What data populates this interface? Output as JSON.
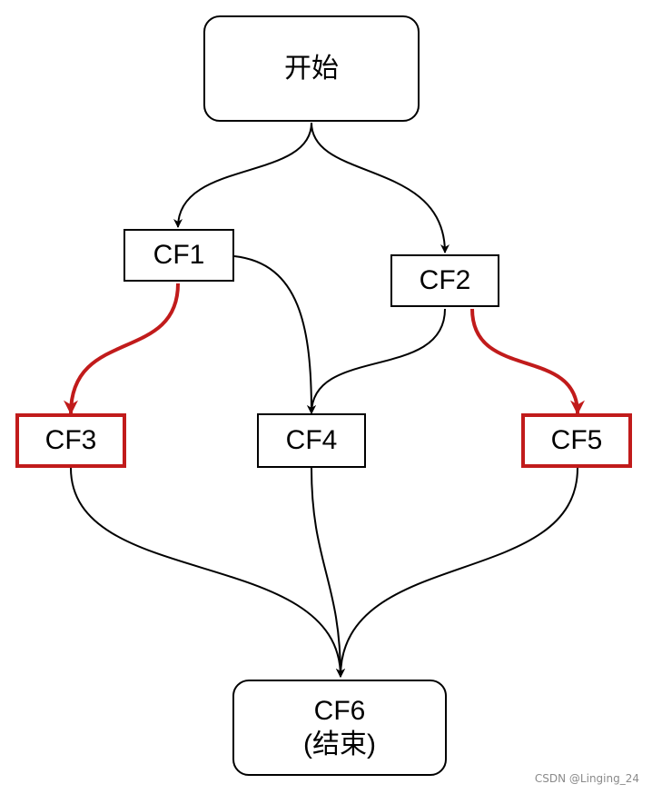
{
  "nodes": {
    "start": {
      "label": "开始"
    },
    "cf1": {
      "label": "CF1"
    },
    "cf2": {
      "label": "CF2"
    },
    "cf3": {
      "label": "CF3"
    },
    "cf4": {
      "label": "CF4"
    },
    "cf5": {
      "label": "CF5"
    },
    "cf6": {
      "line1": "CF6",
      "line2": "(结束)"
    }
  },
  "edges": [
    {
      "from": "start",
      "to": "cf1"
    },
    {
      "from": "start",
      "to": "cf2"
    },
    {
      "from": "cf1",
      "to": "cf3",
      "highlight": true
    },
    {
      "from": "cf1",
      "to": "cf4"
    },
    {
      "from": "cf2",
      "to": "cf4"
    },
    {
      "from": "cf2",
      "to": "cf5",
      "highlight": true
    },
    {
      "from": "cf3",
      "to": "cf6"
    },
    {
      "from": "cf4",
      "to": "cf6"
    },
    {
      "from": "cf5",
      "to": "cf6"
    }
  ],
  "colors": {
    "edge": "#000000",
    "highlight": "#c11b1b"
  },
  "watermark": "CSDN @Linging_24"
}
